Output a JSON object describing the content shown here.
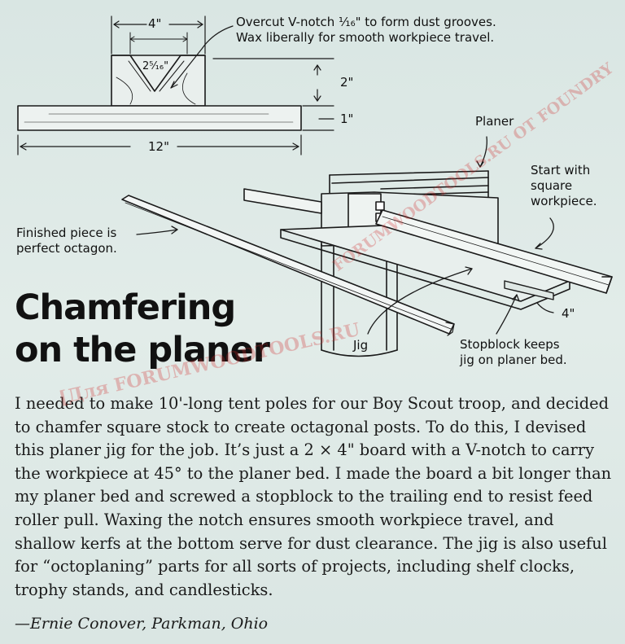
{
  "diagram_labels": {
    "overcut": "Overcut V-notch ¹⁄₁₆\" to form dust grooves.\nWax liberally for smooth workpiece travel.",
    "dim_width": "4\"",
    "dim_notch": "2⁵⁄₁₆\"",
    "dim_height": "2\"",
    "dim_thickness": "1\"",
    "dim_length": "12\"",
    "planer": "Planer",
    "start_square": "Start with\nsquare\nworkpiece.",
    "finished": "Finished piece is\nperfect octagon.",
    "dim_stopblock": "4\"",
    "jig": "Jig",
    "stopblock": "Stopblock keeps\njig on planer bed."
  },
  "article": {
    "title": "Chamfering on the planer",
    "body": "I needed to make 10'-long tent poles for our Boy Scout troop, and decided to chamfer square stock to create octagonal posts. To do this, I devised this planer jig for the job. It’s just a 2 × 4\" board with a V-notch to carry the workpiece at 45° to the planer bed. I made the board a bit longer than my planer bed and screwed a stopblock to the trailing end to resist feed roller pull. Waxing the notch ensures smooth workpiece travel, and shallow kerfs at the bottom serve for dust clearance. The jig is also useful for “octoplaning” parts for all sorts of projects, including shelf clocks, trophy stands, and candlesticks.",
    "byline": "—Ernie Conover, Parkman, Ohio"
  },
  "watermarks": {
    "diagonal": "FORUMWOODTOOLS.RU OT FOUNDRY",
    "lower": "[Для FORUMWOODTOOLS.RU"
  },
  "colors": {
    "ink": "#1a1a1a",
    "paper": "#dde9e6",
    "watermark": "#d22828"
  }
}
